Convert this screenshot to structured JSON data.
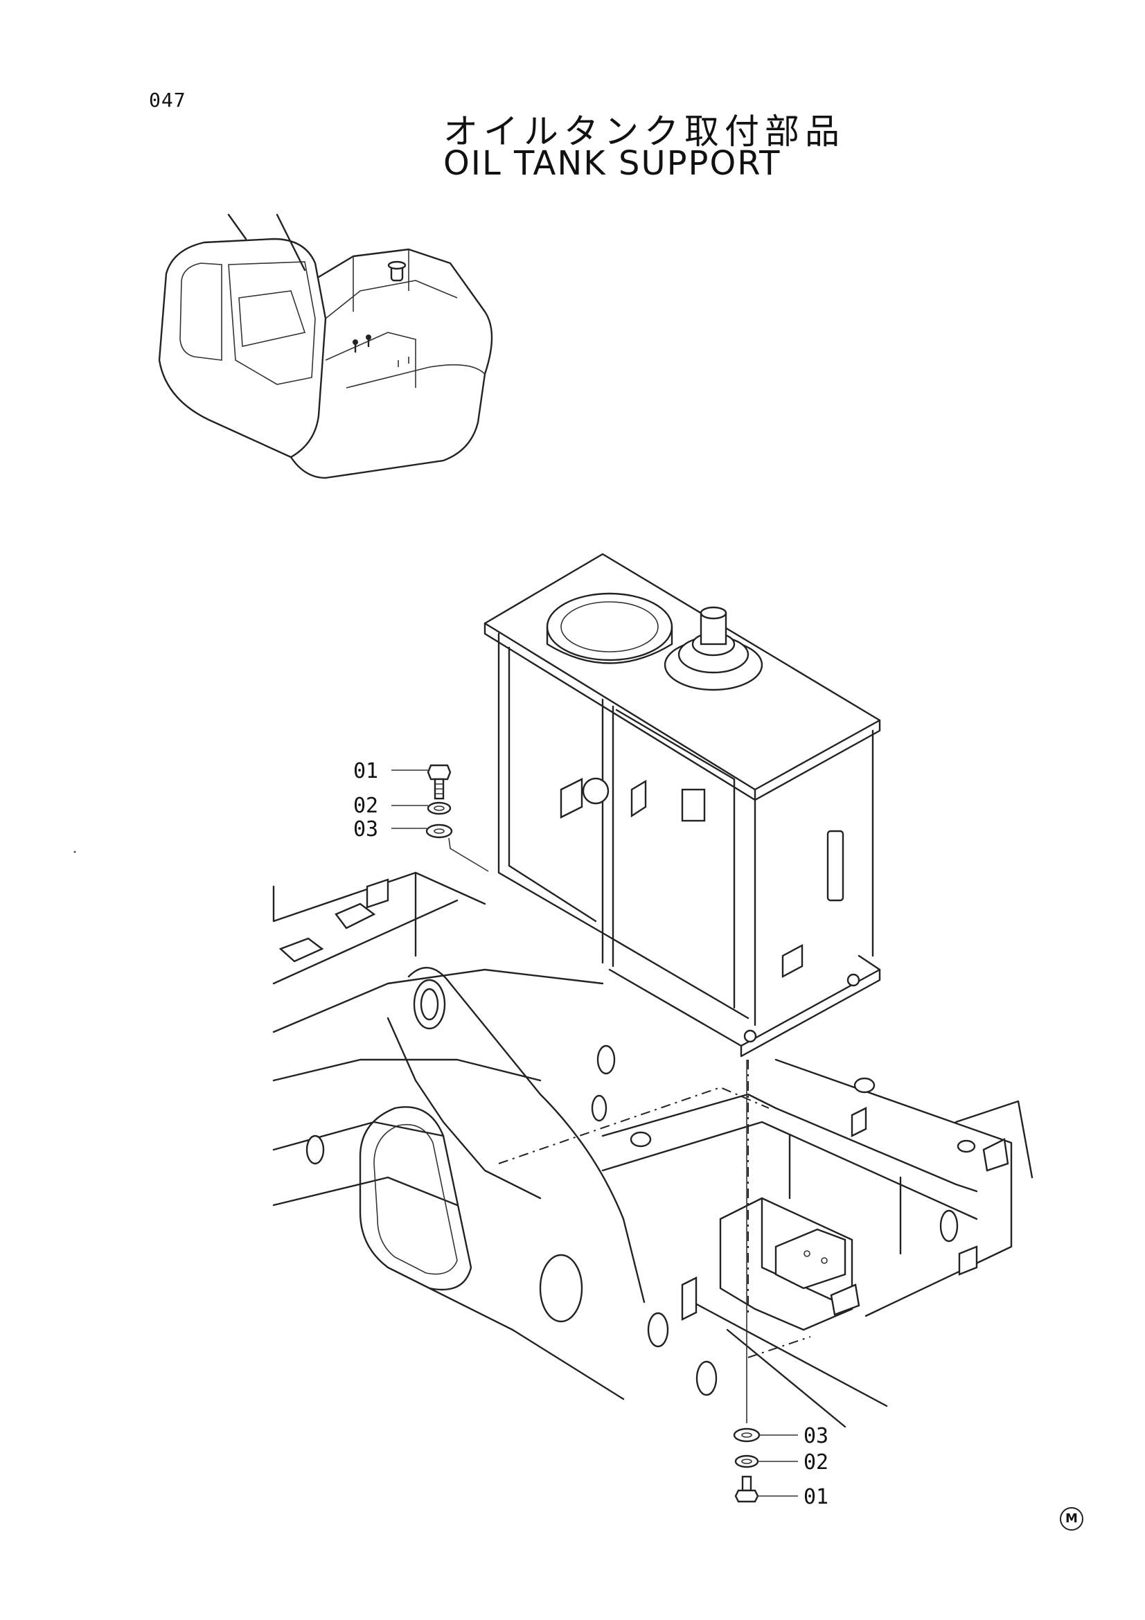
{
  "header": {
    "page_number": "047",
    "title_jp": "オイルタンク取付部品",
    "title_en": "OIL TANK SUPPORT"
  },
  "callouts": {
    "top": [
      {
        "number": "01",
        "part": "bolt"
      },
      {
        "number": "02",
        "part": "spring-washer"
      },
      {
        "number": "03",
        "part": "washer"
      }
    ],
    "bottom": [
      {
        "number": "03",
        "part": "washer"
      },
      {
        "number": "02",
        "part": "spring-washer"
      },
      {
        "number": "01",
        "part": "bolt"
      }
    ]
  },
  "footer": {
    "mark": "M"
  }
}
